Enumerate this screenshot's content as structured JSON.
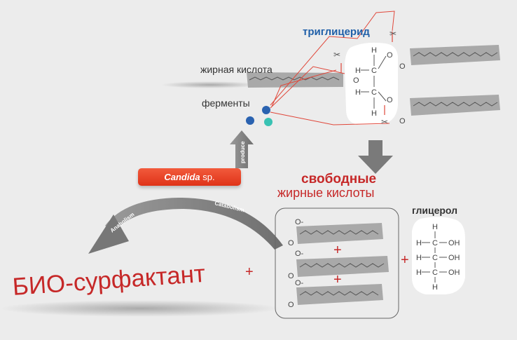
{
  "labels": {
    "triglyceride": "триглицерид",
    "fatty_acid": "жирная кислота",
    "enzymes": "ферменты",
    "free_fa_line1": "свободные",
    "free_fa_line2": "жирные кислоты",
    "glycerol": "глицерол",
    "bio_surfactant": "БИО-сурфактант",
    "plus": "+"
  },
  "organism": {
    "name": "Candida",
    "suffix": " sp."
  },
  "arrows": {
    "produce": "produce",
    "catabolism": "Catabolism",
    "anabolism": "Anabolism"
  },
  "chem": {
    "H": "H",
    "C": "C",
    "O": "O",
    "OH": "OH",
    "O_minus": "O-"
  },
  "colors": {
    "accent_red": "#c62828",
    "label_blue": "#1f5fa8",
    "enzyme_blue": "#2a62b0",
    "enzyme_teal": "#39c2b3",
    "chain_gray": "#a9a9a9",
    "arrow_gray": "#8a8a8a"
  }
}
